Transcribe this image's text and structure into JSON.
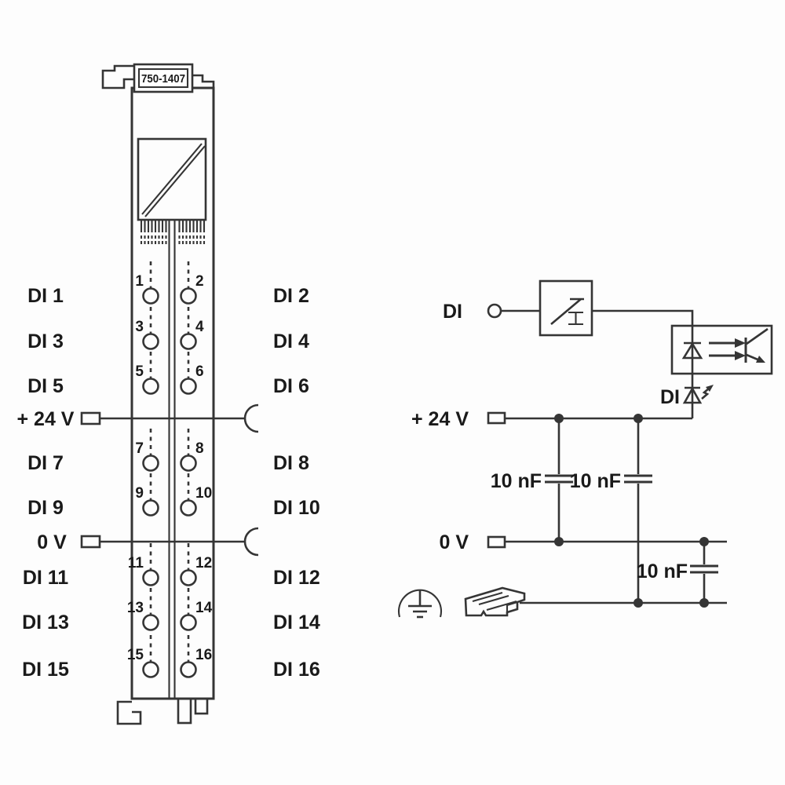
{
  "module": {
    "part_number": "750-1407",
    "left_labels": [
      "DI 1",
      "DI 3",
      "DI 5",
      "+ 24 V",
      "DI 7",
      "DI 9",
      "0 V",
      "DI 11",
      "DI 13",
      "DI 15"
    ],
    "right_labels": [
      "DI 2",
      "DI 4",
      "DI 6",
      "DI 8",
      "DI 10",
      "DI 12",
      "DI 14",
      "DI 16"
    ],
    "terminal_numbers": [
      "1",
      "2",
      "3",
      "4",
      "5",
      "6",
      "7",
      "8",
      "9",
      "10",
      "11",
      "12",
      "13",
      "14",
      "15",
      "16"
    ]
  },
  "circuit": {
    "input_label": "DI",
    "indicator_label": "DI",
    "supply_label": "+ 24 V",
    "return_label": "0 V",
    "capacitor_labels": [
      "10 nF",
      "10 nF",
      "10 nF"
    ]
  },
  "colors": {
    "line": "#353535",
    "text": "#1a1a1a",
    "background": "#fdfdfd"
  }
}
